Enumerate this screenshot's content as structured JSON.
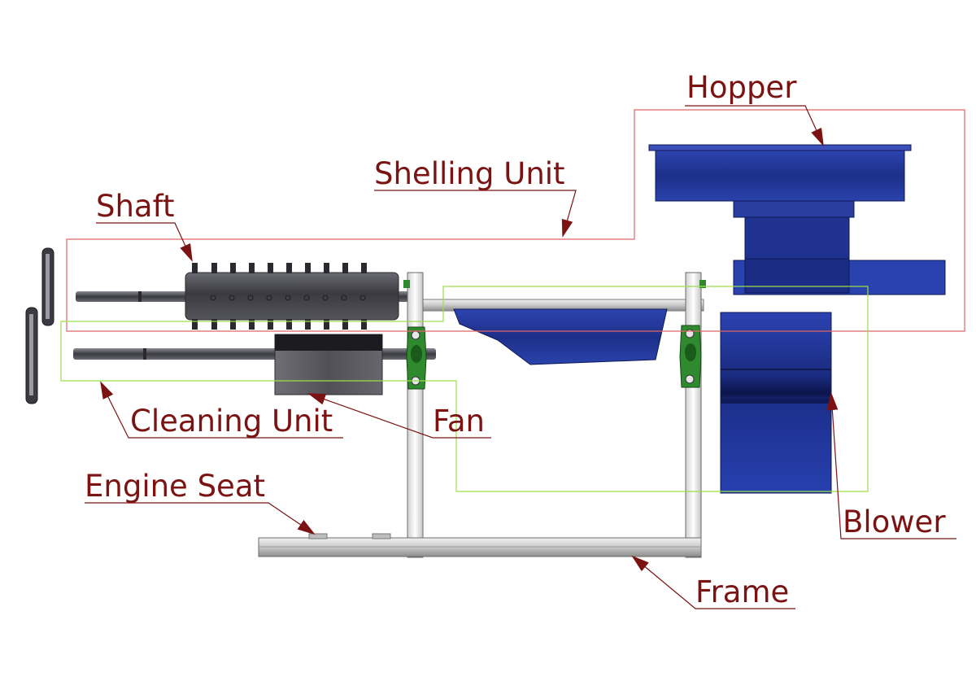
{
  "labels": {
    "hopper": "Hopper",
    "shelling_unit": "Shelling Unit",
    "shaft": "Shaft",
    "cleaning_unit": "Cleaning Unit",
    "fan": "Fan",
    "engine_seat": "Engine Seat",
    "blower": "Blower",
    "frame": "Frame"
  },
  "colors": {
    "label": "#7b1313",
    "shelling_outline": "#e06666",
    "cleaning_outline": "#9be04a",
    "part_blue": "#23379a",
    "part_dark": "#3b3b40",
    "frame_grey": "#d7d7d7",
    "bearing_green": "#2f8a2f"
  }
}
